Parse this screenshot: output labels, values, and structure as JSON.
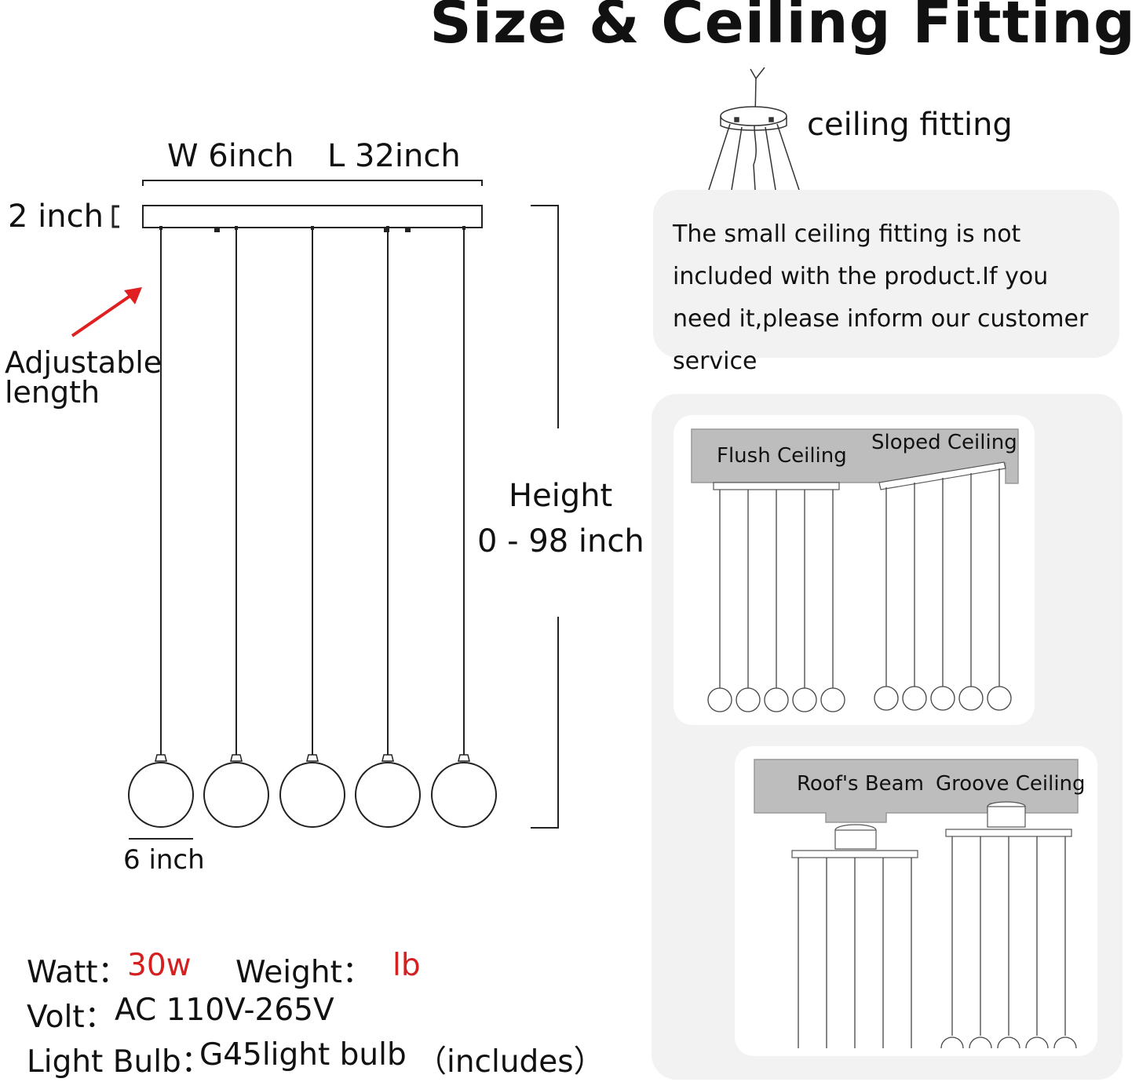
{
  "title": "Size & Ceiling Fitting",
  "dimensions": {
    "width": "W 6inch",
    "length": "L 32inch",
    "canopy_height": "2 inch",
    "adjustable_line1": "Adjustable",
    "adjustable_line2": "length",
    "height_label": "Height",
    "height_value": "0 - 98 inch",
    "globe": "6 inch"
  },
  "ceiling_fitting": {
    "label": "ceiling fitting",
    "note": "The small ceiling fitting is not included with the product.If you need it,please inform our customer service"
  },
  "installation": {
    "flush": "Flush Ceiling",
    "sloped": "Sloped Ceiling",
    "beam": "Roof's Beam",
    "groove": "Groove Ceiling"
  },
  "specs": {
    "watt_label": "Watt：",
    "watt_value": "30w",
    "weight_label": "Weight：",
    "weight_value": "lb",
    "volt_label": "Volt：",
    "volt_value": "AC 110V-265V",
    "bulb_label": "Light Bulb：",
    "bulb_value": "G45light bulb",
    "bulb_note": "（includes）"
  },
  "colors": {
    "accent_red": "#d42020",
    "panel_gray": "#f2f2f2",
    "ceiling_gray": "#bdbdbd"
  }
}
